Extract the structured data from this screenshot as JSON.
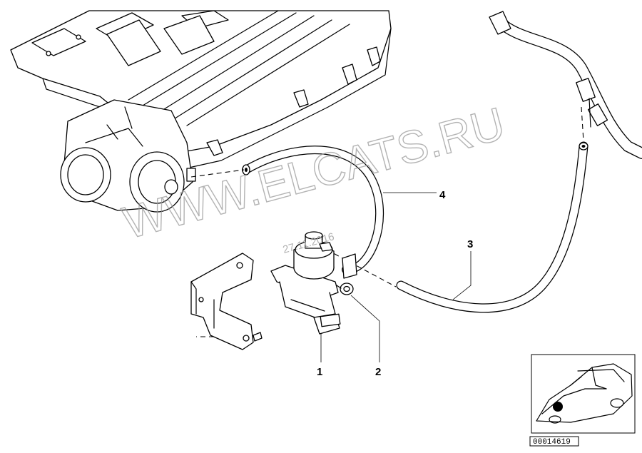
{
  "callouts": [
    {
      "number": "1",
      "part": "pressure-converter"
    },
    {
      "number": "2",
      "part": "nut"
    },
    {
      "number": "3",
      "part": "vacuum-hose-right"
    },
    {
      "number": "4",
      "part": "vacuum-hose-left"
    }
  ],
  "watermark": {
    "text": "WWW.ELCATS.RU",
    "date": "27.11.2016"
  },
  "diagram_number": "00014619",
  "colors": {
    "line": "#000000",
    "background": "#ffffff",
    "watermark": "#9a9a9a",
    "locator_dot": "#000000"
  }
}
